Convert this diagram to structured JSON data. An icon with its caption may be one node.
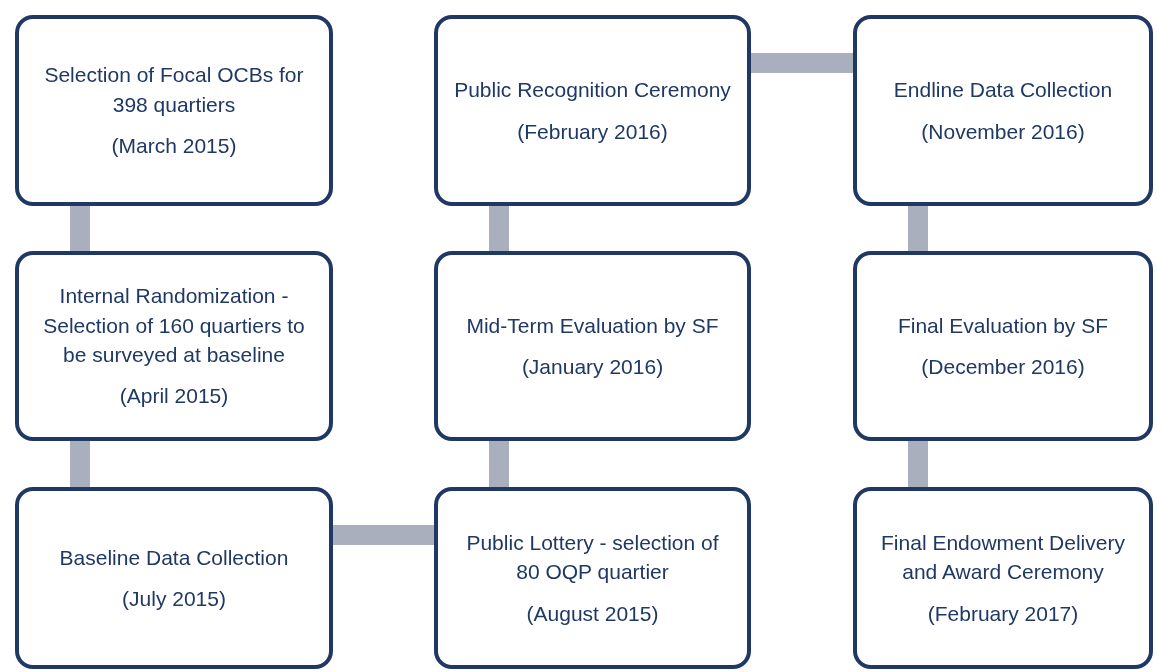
{
  "diagram": {
    "nodes": [
      {
        "text": [
          "Selection of Focal OCBs for 398 quartiers",
          "(March 2015)"
        ]
      },
      {
        "text": [
          "Public Recognition Ceremony",
          "(February 2016)"
        ]
      },
      {
        "text": [
          "Endline Data Collection",
          "(November 2016)"
        ]
      },
      {
        "text": [
          "Internal Randomization - Selection of 160 quartiers to be surveyed at baseline",
          "(April 2015)"
        ]
      },
      {
        "text": [
          "Mid-Term Evaluation by SF",
          "(January 2016)"
        ]
      },
      {
        "text": [
          "Final Evaluation by SF",
          "(December 2016)"
        ]
      },
      {
        "text": [
          "Baseline Data Collection",
          "(July 2015)"
        ]
      },
      {
        "text": [
          "Public Lottery - selection of 80 OQP quartier",
          "(August 2015)"
        ]
      },
      {
        "text": [
          "Final Endowment Delivery and Award Ceremony",
          "(February 2017)"
        ]
      }
    ],
    "edges": [
      {
        "from": 0,
        "to": 3,
        "arrow": "none"
      },
      {
        "from": 3,
        "to": 6,
        "arrow": "none"
      },
      {
        "from": 6,
        "to": 7,
        "arrow": "none"
      },
      {
        "from": 7,
        "to": 4,
        "arrow": "none"
      },
      {
        "from": 4,
        "to": 1,
        "arrow": "none"
      },
      {
        "from": 1,
        "to": 2,
        "arrow": "none"
      },
      {
        "from": 2,
        "to": 5,
        "arrow": "none"
      },
      {
        "from": 5,
        "to": 8,
        "arrow": "none"
      }
    ]
  }
}
